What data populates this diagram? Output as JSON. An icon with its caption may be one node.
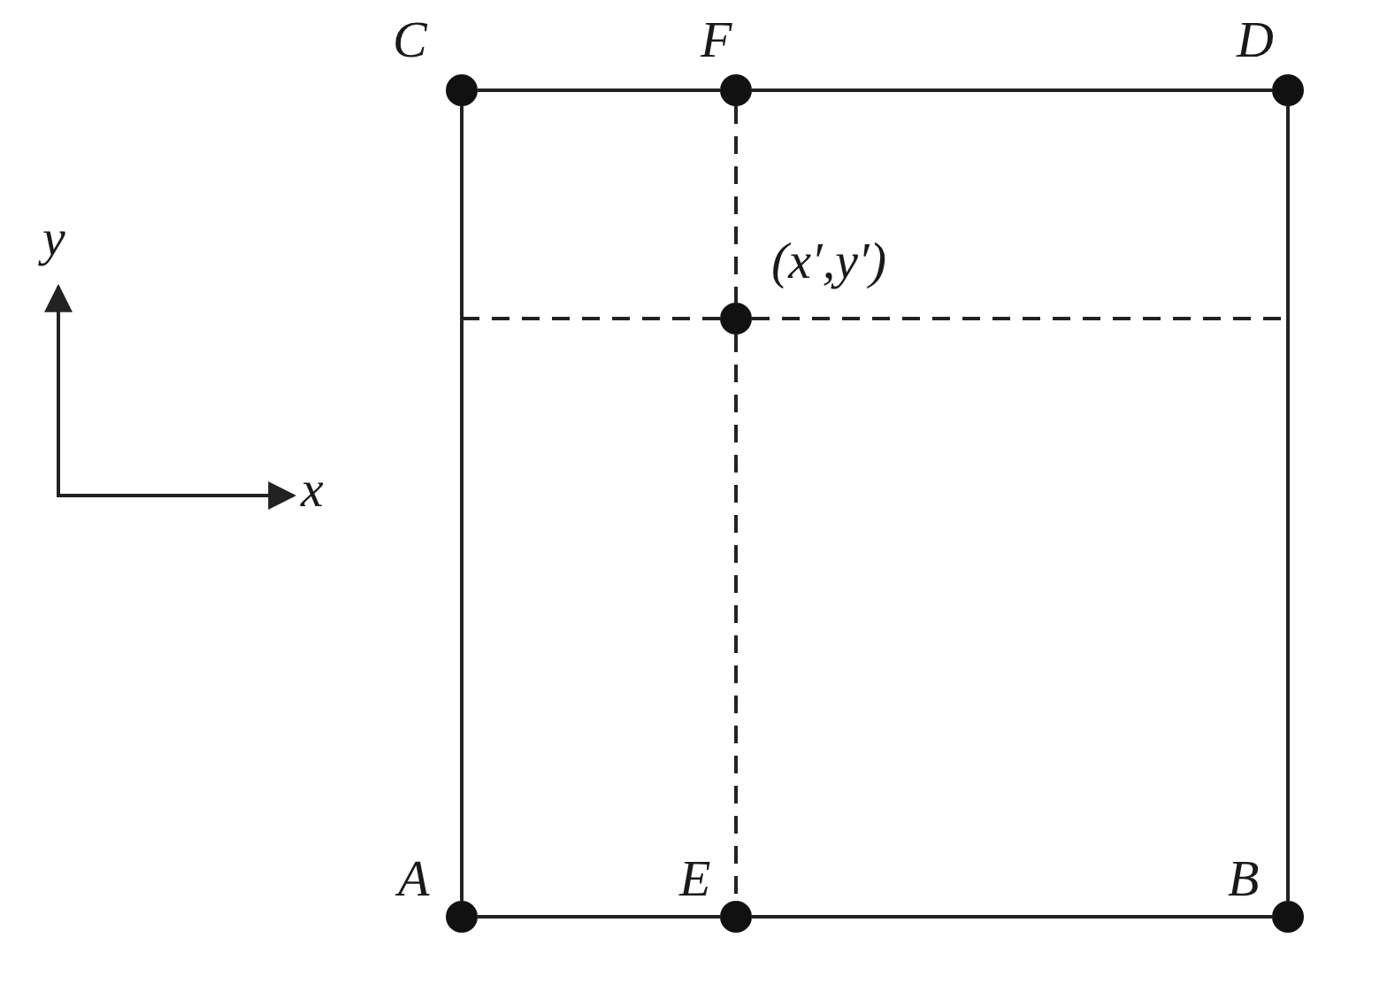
{
  "diagram": {
    "nodes": [
      {
        "text": [
          "C"
        ]
      },
      {
        "text": [
          "F"
        ]
      },
      {
        "text": [
          "D"
        ]
      },
      {
        "text": [
          "(x′,y′)"
        ]
      },
      {
        "text": [
          "A"
        ]
      },
      {
        "text": [
          "E"
        ]
      },
      {
        "text": [
          "B"
        ]
      }
    ],
    "edges": [
      {
        "from": 0,
        "to": 1,
        "arrow": "none"
      },
      {
        "from": 1,
        "to": 2,
        "arrow": "none"
      },
      {
        "from": 0,
        "to": 4,
        "arrow": "none"
      },
      {
        "from": 2,
        "to": 6,
        "arrow": "none"
      },
      {
        "from": 1,
        "to": 3,
        "arrow": "none",
        "style": "dashed"
      },
      {
        "from": null,
        "to": 3,
        "arrow": "none",
        "style": "dashed"
      },
      {
        "from": 3,
        "to": null,
        "arrow": "none",
        "style": "dashed"
      },
      {
        "from": 3,
        "to": 5,
        "arrow": "none",
        "style": "dashed"
      },
      {
        "from": 4,
        "to": 5,
        "arrow": "none"
      },
      {
        "from": 5,
        "to": 6,
        "arrow": "none"
      }
    ],
    "labels": [
      "y",
      "x"
    ]
  }
}
